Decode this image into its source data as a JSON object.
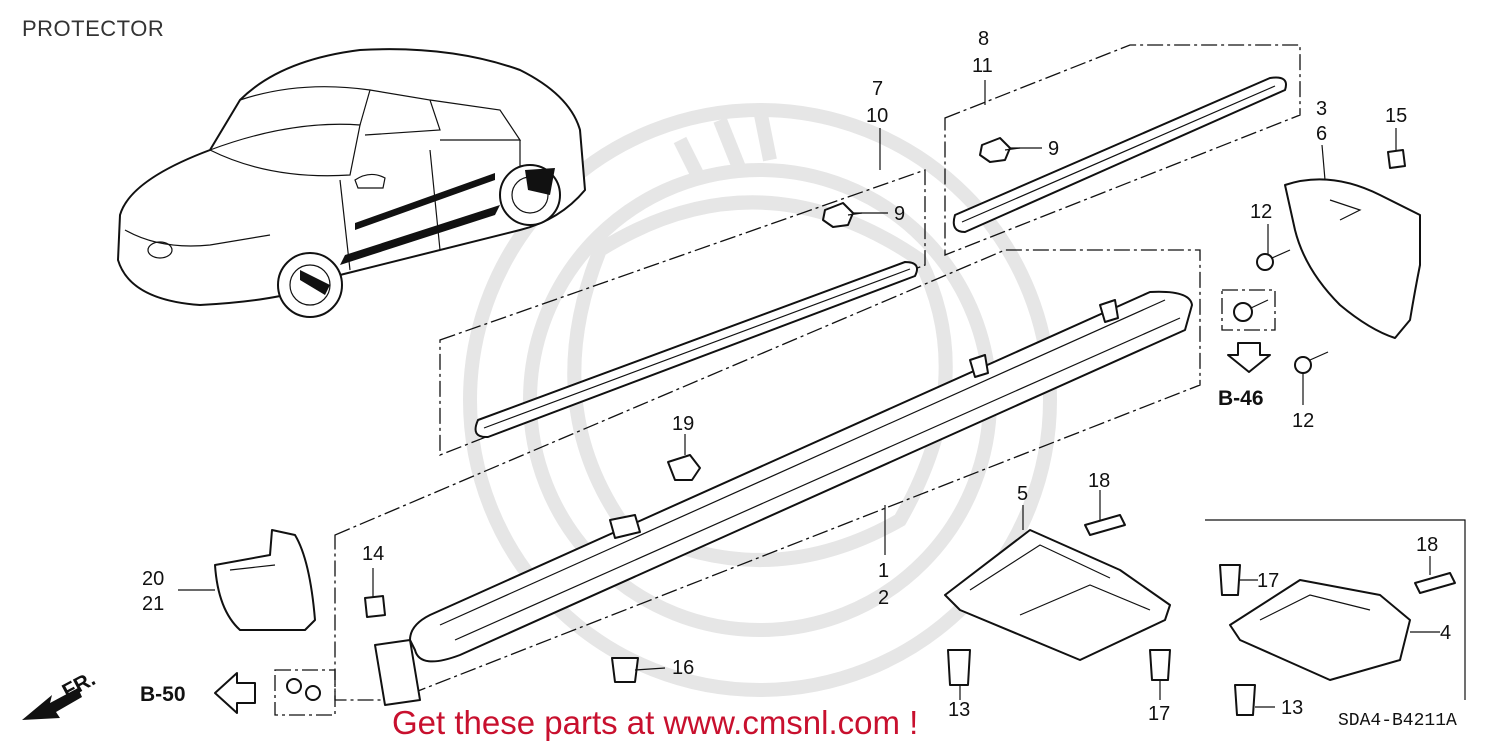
{
  "header": {
    "title": "PROTECTOR"
  },
  "callouts": [
    {
      "id": "c8",
      "text": "8"
    },
    {
      "id": "c11",
      "text": "11"
    },
    {
      "id": "c7",
      "text": "7"
    },
    {
      "id": "c10",
      "text": "10"
    },
    {
      "id": "c9a",
      "text": "9"
    },
    {
      "id": "c9b",
      "text": "9"
    },
    {
      "id": "c3",
      "text": "3"
    },
    {
      "id": "c6",
      "text": "6"
    },
    {
      "id": "c15",
      "text": "15"
    },
    {
      "id": "c12a",
      "text": "12"
    },
    {
      "id": "c12b",
      "text": "12"
    },
    {
      "id": "c19",
      "text": "19"
    },
    {
      "id": "c5",
      "text": "5"
    },
    {
      "id": "c18a",
      "text": "18"
    },
    {
      "id": "c18b",
      "text": "18"
    },
    {
      "id": "c1",
      "text": "1"
    },
    {
      "id": "c2",
      "text": "2"
    },
    {
      "id": "c20",
      "text": "20"
    },
    {
      "id": "c21",
      "text": "21"
    },
    {
      "id": "c14",
      "text": "14"
    },
    {
      "id": "c16",
      "text": "16"
    },
    {
      "id": "c13a",
      "text": "13"
    },
    {
      "id": "c13b",
      "text": "13"
    },
    {
      "id": "c17a",
      "text": "17"
    },
    {
      "id": "c17b",
      "text": "17"
    },
    {
      "id": "c4",
      "text": "4"
    }
  ],
  "references": {
    "b46": "B-46",
    "b50": "B-50",
    "fr": "FR."
  },
  "footer": {
    "promo": "Get these parts at www.cmsnl.com !",
    "diagram_code": "SDA4-B4211A"
  },
  "colors": {
    "promo": "#c8102e",
    "ink": "#111111",
    "watermark": "#e6e6e6"
  }
}
